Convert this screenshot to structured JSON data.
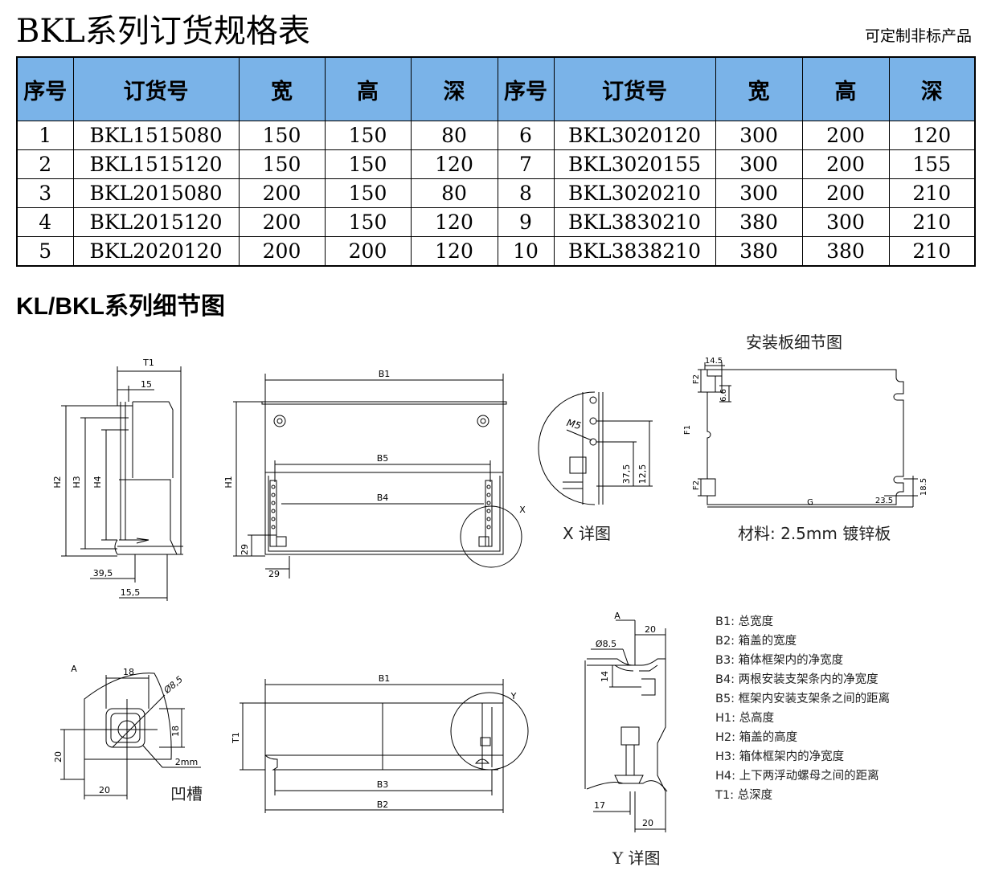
{
  "page": {
    "title": "BKL系列订货规格表",
    "note": "可定制非标产品",
    "section_title": "KL/BKL系列细节图"
  },
  "table": {
    "headers": [
      "序号",
      "订货号",
      "宽",
      "高",
      "深",
      "序号",
      "订货号",
      "宽",
      "高",
      "深"
    ],
    "rows": [
      [
        "1",
        "BKL1515080",
        "150",
        "150",
        "80",
        "6",
        "BKL3020120",
        "300",
        "200",
        "120"
      ],
      [
        "2",
        "BKL1515120",
        "150",
        "150",
        "120",
        "7",
        "BKL3020155",
        "300",
        "200",
        "155"
      ],
      [
        "3",
        "BKL2015080",
        "200",
        "150",
        "80",
        "8",
        "BKL3020210",
        "300",
        "200",
        "210"
      ],
      [
        "4",
        "BKL2015120",
        "200",
        "150",
        "120",
        "9",
        "BKL3830210",
        "380",
        "300",
        "210"
      ],
      [
        "5",
        "BKL2020120",
        "200",
        "200",
        "120",
        "10",
        "BKL3838210",
        "380",
        "380",
        "210"
      ]
    ]
  },
  "drawings": {
    "side": {
      "t1": "T1",
      "d15": "15",
      "h2": "H2",
      "h3": "H3",
      "h4": "H4",
      "d39_5": "39,5",
      "d15_5": "15,5"
    },
    "front": {
      "b1": "B1",
      "b5": "B5",
      "b4": "B4",
      "h1": "H1",
      "d29a": "29",
      "d29b": "29",
      "x": "X"
    },
    "x_detail": {
      "m5": "M5",
      "d37_5": "37,5",
      "d12_5": "12,5",
      "caption": "X 详图"
    },
    "plate": {
      "title": "安装板细节图",
      "d14_5": "14.5",
      "f2a": "F2",
      "d6_6": "6.6",
      "f1": "F1",
      "f2b": "F2",
      "g": "G",
      "d23_5": "23.5",
      "d18_5": "18.5",
      "caption": "材料: 2.5mm 镀锌板"
    },
    "a_detail": {
      "a": "A",
      "d18a": "18",
      "d8_5": "Ø8,5",
      "d18b": "18",
      "d20a": "20",
      "d2mm": "2mm",
      "d20b": "20",
      "caption": "凹槽"
    },
    "top": {
      "b1": "B1",
      "t1": "T1",
      "y": "Y",
      "b3": "B3",
      "b2": "B2"
    },
    "y_detail": {
      "a": "A",
      "d20a": "20",
      "d8_5": "Ø8.5",
      "d14": "14",
      "d17": "17",
      "d20b": "20",
      "caption": "Y 详图"
    }
  },
  "legend": [
    "B1: 总宽度",
    "B2: 箱盖的宽度",
    "B3: 箱体框架内的净宽度",
    "B4: 两根安装支架条内的净宽度",
    "B5: 框架内安装支架条之间的距离",
    "H1: 总高度",
    "H2: 箱盖的高度",
    "H3: 箱体框架内的净宽度",
    "H4: 上下两浮动螺母之间的距离",
    "T1: 总深度"
  ]
}
